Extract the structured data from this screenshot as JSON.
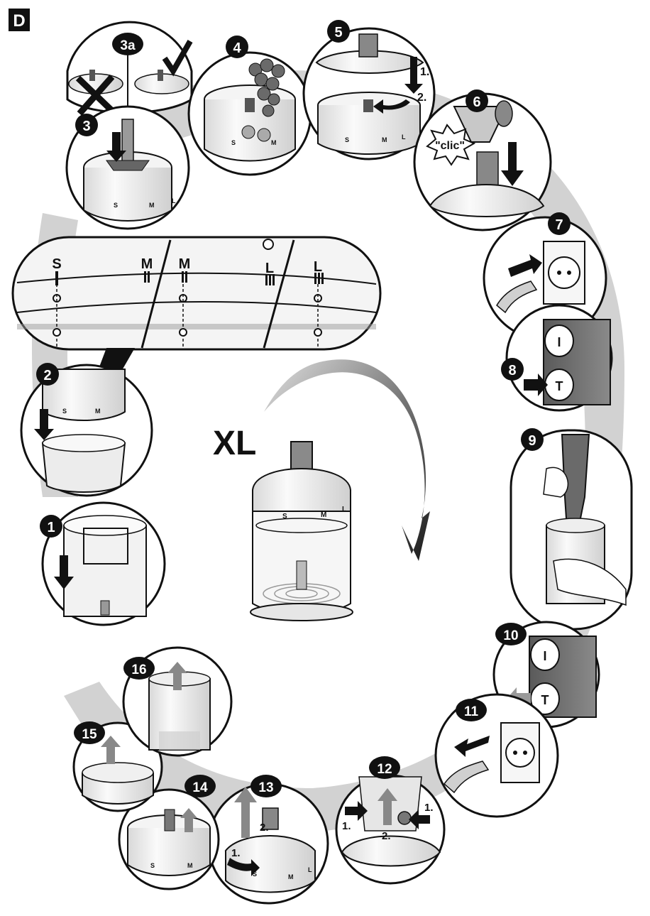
{
  "section_label": "D",
  "model_label": "XL",
  "steps": [
    "1",
    "2",
    "3",
    "3a",
    "4",
    "5",
    "6",
    "7",
    "8",
    "9",
    "10",
    "11",
    "12",
    "13",
    "14",
    "15",
    "16"
  ],
  "step5_substeps": [
    "1.",
    "2."
  ],
  "step6_sound": "\"clic\"",
  "step12_substeps": [
    "1.",
    "1.",
    "2."
  ],
  "step13_substeps": [
    "1.",
    "2."
  ],
  "magnifier_marks": [
    {
      "left": "S",
      "right": "M"
    },
    {
      "left": "M",
      "right": "L"
    },
    {
      "left": "",
      "right": "L"
    }
  ],
  "bowl_scale": [
    "S",
    "M",
    "L"
  ],
  "colors": {
    "ink": "#111111",
    "swirl": "#cfcfcf",
    "metal_dark": "#6a6a6a",
    "panel": "#707070",
    "bowl": "#f2f2f2"
  }
}
